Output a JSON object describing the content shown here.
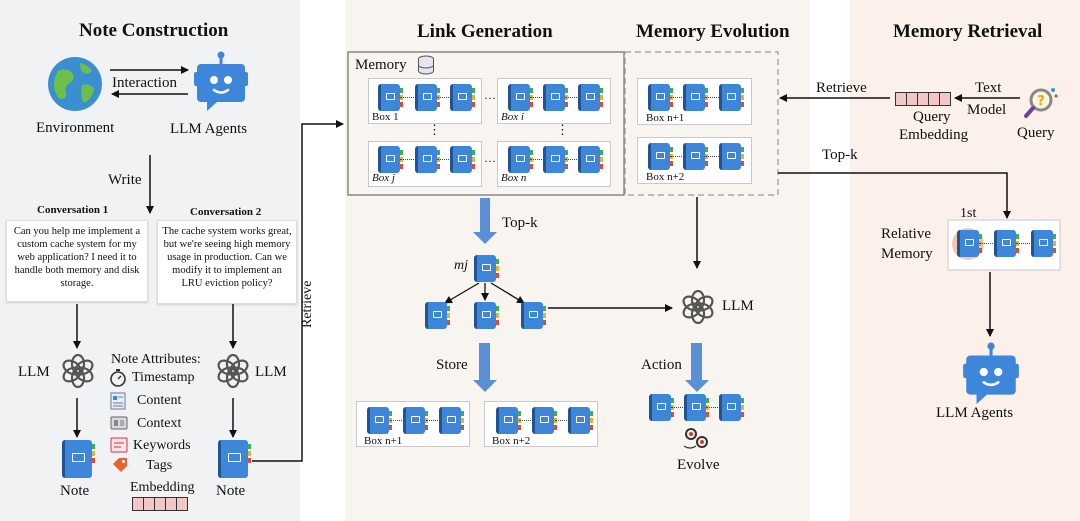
{
  "sections": {
    "note_construction": "Note Construction",
    "link_generation": "Link Generation",
    "memory_evolution": "Memory Evolution",
    "memory_retrieval": "Memory Retrieval"
  },
  "note_construction": {
    "environment": "Environment",
    "llm_agents": "LLM Agents",
    "interaction": "Interaction",
    "write": "Write",
    "conversation1_title": "Conversation 1",
    "conversation1_text": "Can you help me implement a custom cache system for my web application? I need it to handle both memory and disk storage.",
    "conversation2_title": "Conversation 2",
    "conversation2_text": "The cache system works great, but we're seeing high memory usage in production. Can we modify it to implement an LRU eviction policy?",
    "llm_left": "LLM",
    "llm_right": "LLM",
    "note_attributes": "Note Attributes:",
    "attributes": [
      "Timestamp",
      "Content",
      "Context",
      "Keywords",
      "Tags",
      "Embedding"
    ],
    "note_left": "Note",
    "note_right": "Note",
    "retrieve": "Retrieve"
  },
  "link_generation": {
    "memory": "Memory",
    "box1": "Box 1",
    "boxi": "Box i",
    "boxj": "Box j",
    "boxn": "Box n",
    "ellipsis": "…",
    "vellipsis": "⋮",
    "topk": "Top-k",
    "mj": "mj",
    "store": "Store",
    "box_n1": "Box n+1",
    "box_n2": "Box n+2"
  },
  "memory_evolution": {
    "box_n1": "Box n+1",
    "box_n2": "Box n+2",
    "llm": "LLM",
    "action": "Action",
    "evolve": "Evolve"
  },
  "memory_retrieval": {
    "retrieve": "Retrieve",
    "text_model_1": "Text",
    "text_model_2": "Model",
    "query": "Query",
    "query_embedding_1": "Query",
    "query_embedding_2": "Embedding",
    "topk": "Top-k",
    "first": "1st",
    "relative_memory_1": "Relative",
    "relative_memory_2": "Memory",
    "llm_agents": "LLM Agents"
  },
  "colors": {
    "accent_blue": "#3d86d9",
    "arrow_blue": "#5b8fd6",
    "embedding_pink": "#f4c7c7",
    "highlight_orange": "#f2b48d"
  },
  "icons": [
    "globe-icon",
    "robot-icon",
    "openai-logo-icon",
    "notebook-icon",
    "database-icon",
    "magnifier-icon",
    "stopwatch-icon",
    "gears-icon"
  ]
}
